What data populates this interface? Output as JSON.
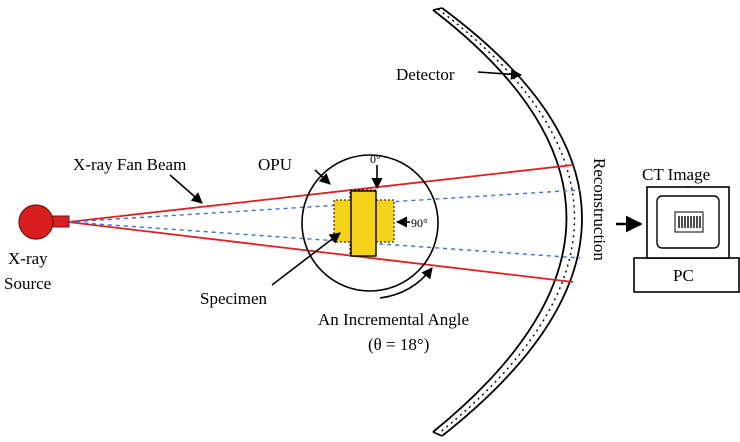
{
  "diagram": {
    "labels": {
      "detector": "Detector",
      "fan_beam": "X-ray Fan Beam",
      "opu": "OPU",
      "angle_0": "0°",
      "angle_90": "90°",
      "source_line1": "X-ray",
      "source_line2": "Source",
      "specimen": "Specimen",
      "incremental_angle": "An Incremental Angle",
      "theta": "(θ = 18°)",
      "reconstruction": "Reconstruction",
      "ct_image": "CT Image",
      "pc": "PC"
    },
    "colors": {
      "beam": "#e02020",
      "dashed_beam": "#3b6fd0",
      "source": "#d81e1e",
      "specimen": "#f5d21a",
      "ink": "#000000"
    }
  }
}
